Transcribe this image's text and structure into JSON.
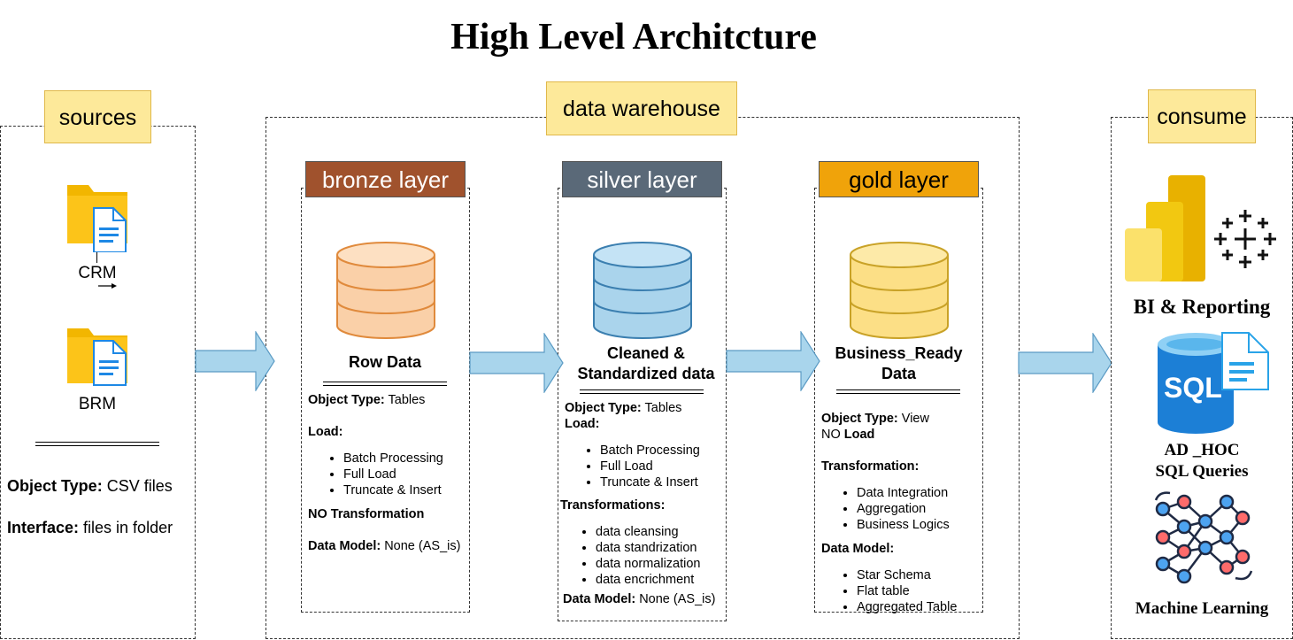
{
  "title": "High Level Architcture",
  "sources": {
    "tag": "sources",
    "crm_label": "CRM",
    "brm_label": "BRM",
    "object_type_key": "Object Type:",
    "object_type_val": " CSV files",
    "interface_key": "Interface:",
    "interface_val": " files in folder"
  },
  "warehouse": {
    "tag": "data warehouse"
  },
  "bronze": {
    "header": "bronze layer",
    "color": "#a0522d",
    "db_label": "Row Data",
    "object_type_key": "Object Type:",
    "object_type_val": " Tables",
    "load_key": "Load:",
    "load_items": [
      "Batch Processing",
      "Full Load",
      "Truncate & Insert"
    ],
    "transformation": "NO Transformation",
    "model_key": "Data Model:",
    "model_val": " None (AS_is)"
  },
  "silver": {
    "header": "silver layer",
    "color": "#5a6978",
    "db_label_1": "Cleaned &",
    "db_label_2": "Standardized data",
    "object_type_key": "Object Type:",
    "object_type_val": " Tables",
    "load_key": "Load:",
    "load_items": [
      "Batch Processing",
      "Full Load",
      "Truncate & Insert"
    ],
    "trans_key": "Transformations:",
    "trans_items": [
      "data cleansing",
      "data standrization",
      "data normalization",
      "data encrichment"
    ],
    "model_key": "Data Model:",
    "model_val": " None (AS_is)"
  },
  "gold": {
    "header": "gold layer",
    "color": "#f0a30a",
    "db_label_1": "Business_Ready",
    "db_label_2": "Data",
    "object_type_key": "Object Type:",
    "object_type_val": " View",
    "load_prefix": "NO ",
    "load_key": "Load",
    "trans_key": "Transformation:",
    "trans_items": [
      "Data Integration",
      "Aggregation",
      "Business Logics"
    ],
    "model_key": "Data Model:",
    "model_items": [
      "Star Schema",
      "Flat table",
      "Aggregated Table"
    ]
  },
  "consume": {
    "tag": "consume",
    "bi_label": "BI & Reporting",
    "sql_line1": "AD _HOC",
    "sql_line2": "SQL Queries",
    "sql_icon_text": "SQL",
    "ml_label": "Machine Learning"
  }
}
